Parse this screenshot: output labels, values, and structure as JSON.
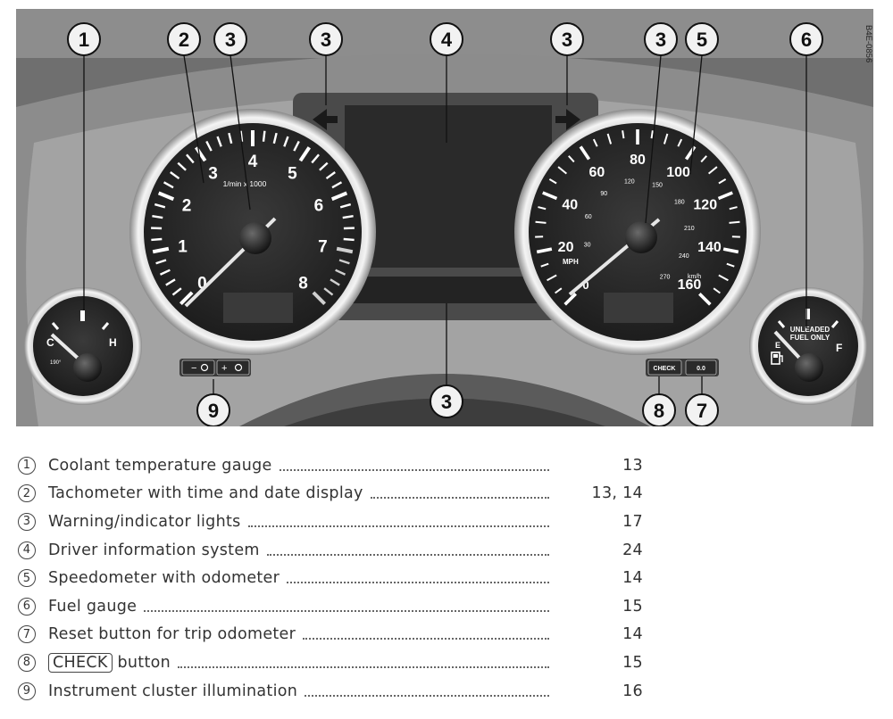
{
  "figure": {
    "image_code": "B4E-0856",
    "tachometer": {
      "numbers": [
        "1",
        "2",
        "3",
        "4",
        "5",
        "6",
        "7",
        "8"
      ],
      "zero": "0",
      "unit": "1/min x 1000"
    },
    "speedometer": {
      "mph_numbers": [
        "20",
        "40",
        "60",
        "80",
        "100",
        "120",
        "140",
        "160"
      ],
      "kmh_numbers": [
        "30",
        "60",
        "90",
        "120",
        "150",
        "180",
        "210",
        "240",
        "270"
      ],
      "mph_unit": "MPH",
      "kmh_unit": "km/h",
      "zero": "0"
    },
    "coolant": {
      "cold": "C",
      "hot": "H",
      "temp_label": "190°"
    },
    "fuel": {
      "empty": "E",
      "full": "F",
      "label_line1": "UNLEADED",
      "label_line2": "FUEL ONLY"
    },
    "buttons": {
      "illum_minus": "−",
      "illum_plus": "+",
      "check": "CHECK",
      "reset": "0.0"
    },
    "callouts": [
      "1",
      "2",
      "3",
      "3",
      "4",
      "3",
      "3",
      "5",
      "6",
      "9",
      "3",
      "8",
      "7"
    ]
  },
  "legend": [
    {
      "num": "1",
      "label": "Coolant temperature gauge",
      "pages": "13"
    },
    {
      "num": "2",
      "label": "Tachometer with time and date display",
      "pages": "13, 14"
    },
    {
      "num": "3",
      "label": "Warning/indicator lights",
      "pages": "17"
    },
    {
      "num": "4",
      "label": "Driver information system",
      "pages": "24"
    },
    {
      "num": "5",
      "label": "Speedometer with odometer",
      "pages": "14"
    },
    {
      "num": "6",
      "label": "Fuel gauge",
      "pages": "15"
    },
    {
      "num": "7",
      "label": "Reset button for trip odometer",
      "pages": "14"
    },
    {
      "num": "8",
      "label": "CHECK",
      "label_suffix": " button",
      "pages": "15"
    },
    {
      "num": "9",
      "label": "Instrument cluster illumination",
      "pages": "16"
    }
  ]
}
